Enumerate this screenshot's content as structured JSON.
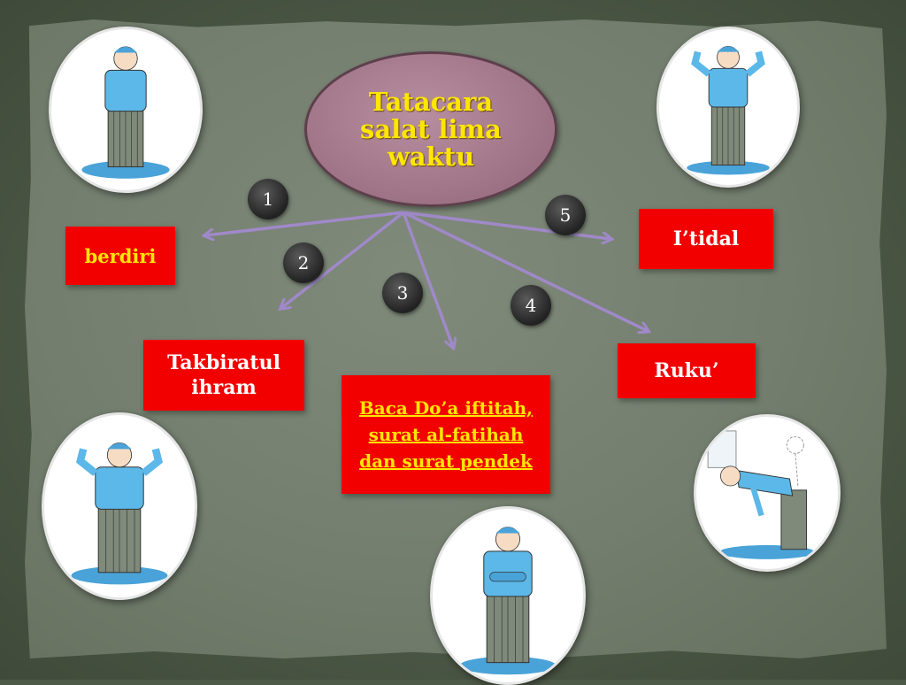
{
  "title": "Tatacara salat lima waktu",
  "steps": [
    {
      "number": "1",
      "label": "berdiri"
    },
    {
      "number": "2",
      "label": "Takbiratul ihram"
    },
    {
      "number": "3",
      "label": "Baca Do’a iftitah, surat al-fatihah dan surat pendek"
    },
    {
      "number": "4",
      "label": "Ruku’"
    },
    {
      "number": "5",
      "label": "I’tidal"
    }
  ],
  "colors": {
    "label_fill": "#f20000",
    "label_text": "#ffe600",
    "title_text": "#ffe600",
    "arrow": "#a089c9"
  },
  "illustrations": [
    "standing-figure-icon",
    "takbir-figure-icon",
    "qiyam-figure-icon",
    "ruku-figure-icon",
    "itidal-figure-icon"
  ]
}
